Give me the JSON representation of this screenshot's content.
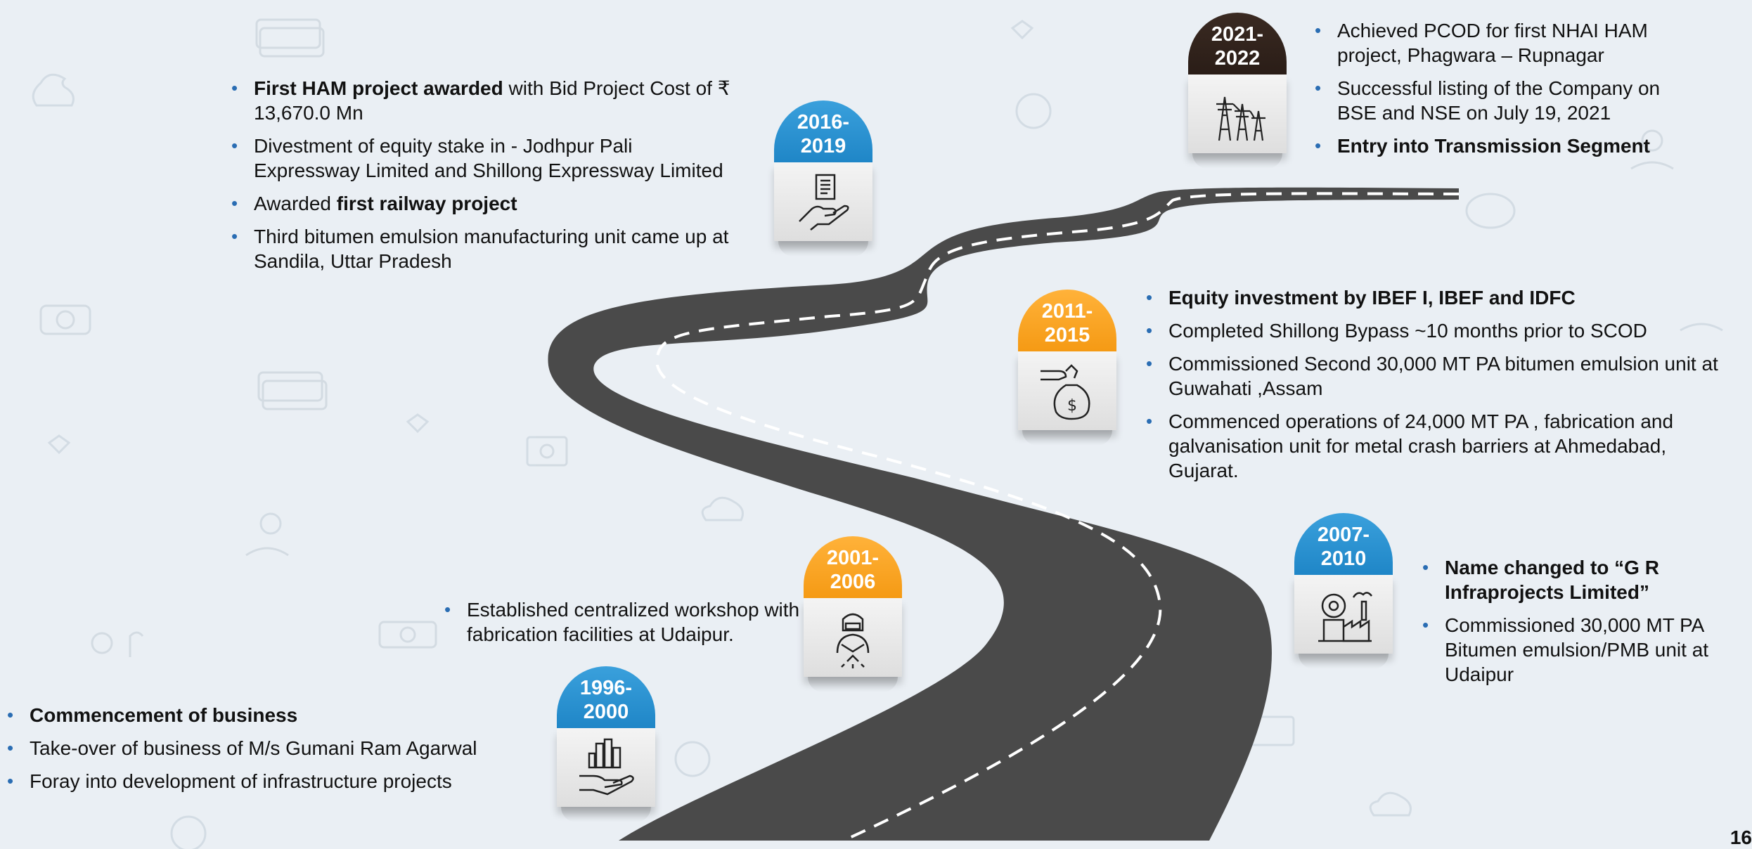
{
  "milestones": [
    {
      "id": "1996",
      "year_top": "1996-",
      "year_bottom": "2000",
      "color": "#1f86c7",
      "icon": "city-in-hand-icon",
      "bullets": [
        {
          "bold": "Commencement of business",
          "text": ""
        },
        {
          "bold": "",
          "text": "Take-over of business of M/s Gumani Ram Agarwal"
        },
        {
          "bold": "",
          "text": "Foray into development of infrastructure projects"
        }
      ]
    },
    {
      "id": "2001",
      "year_top": "2001-",
      "year_bottom": "2006",
      "color": "#f59a14",
      "icon": "welder-icon",
      "bullets": [
        {
          "bold": "",
          "text": "Established centralized workshop with fabrication facilities at Udaipur."
        }
      ]
    },
    {
      "id": "2007",
      "year_top": "2007-",
      "year_bottom": "2010",
      "color": "#1f86c7",
      "icon": "factory-icon",
      "bullets": [
        {
          "bold": "Name changed to “G R Infraprojects Limited”",
          "text": ""
        },
        {
          "bold": "",
          "text": "Commissioned 30,000 MT PA Bitumen emulsion/PMB unit at Udaipur"
        }
      ]
    },
    {
      "id": "2011",
      "year_top": "2011-",
      "year_bottom": "2015",
      "color": "#f59a14",
      "icon": "money-bag-icon",
      "bullets": [
        {
          "bold": "Equity investment by IBEF I, IBEF and IDFC",
          "text": ""
        },
        {
          "bold": "",
          "text": "Completed Shillong Bypass ~10 months prior to SCOD"
        },
        {
          "bold": "",
          "text": "Commissioned Second 30,000 MT PA bitumen emulsion unit at Guwahati ,Assam"
        },
        {
          "bold": "",
          "text": "Commenced operations of 24,000 MT PA , fabrication and galvanisation unit for metal crash barriers at Ahmedabad, Gujarat."
        }
      ]
    },
    {
      "id": "2016",
      "year_top": "2016-",
      "year_bottom": "2019",
      "color": "#1f86c7",
      "icon": "document-in-hand-icon",
      "bullets": [
        {
          "bold": "First HAM project awarded",
          "text": " with Bid Project Cost of ₹ 13,670.0 Mn"
        },
        {
          "bold": "",
          "text": "Divestment of equity stake in - Jodhpur Pali Expressway Limited and Shillong Expressway Limited"
        },
        {
          "bold": "first railway project",
          "prefix": "Awarded ",
          "text": ""
        },
        {
          "bold": "",
          "text": "Third bitumen emulsion manufacturing unit came up at Sandila, Uttar Pradesh"
        }
      ]
    },
    {
      "id": "2021",
      "year_top": "2021-",
      "year_bottom": "2022",
      "color": "#2a1d17",
      "icon": "transmission-tower-icon",
      "bullets": [
        {
          "bold": "",
          "text": "Achieved PCOD for first NHAI HAM project, Phagwara – Rupnagar"
        },
        {
          "bold": "",
          "text": "Successful listing of the Company on BSE and NSE on July 19, 2021"
        },
        {
          "bold": "Entry into Transmission Segment",
          "text": ""
        }
      ]
    }
  ],
  "page_number": "16",
  "colors": {
    "road": "#4a4a4a",
    "dash": "#ffffff",
    "bullet": "#2a6db3"
  }
}
